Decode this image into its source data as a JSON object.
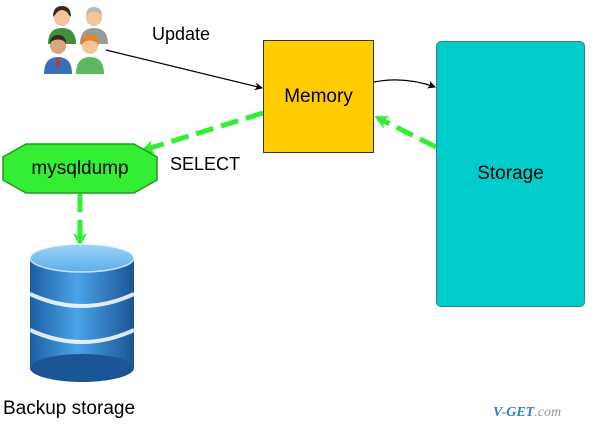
{
  "labels": {
    "update": "Update",
    "memory": "Memory",
    "storage": "Storage",
    "mysqldump": "mysqldump",
    "select": "SELECT",
    "backup": "Backup storage"
  },
  "watermark": {
    "brand": "V-GET",
    "suffix": ".com"
  },
  "icons": {
    "users": "users-group-icon",
    "database": "database-cylinder-icon"
  },
  "colors": {
    "memory_fill": "#FFCC00",
    "storage_fill": "#00CCCC",
    "mysqldump_fill": "#33EE33",
    "dashed_arrow": "#33EE33",
    "database_blue": "#2D7FC6"
  }
}
